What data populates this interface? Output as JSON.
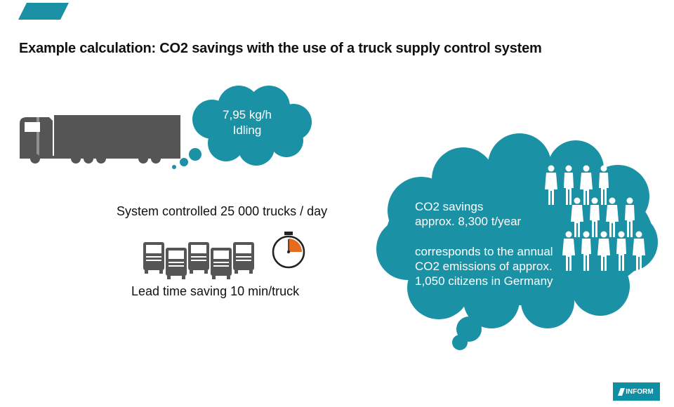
{
  "title": "Example calculation: CO2 savings with the use of a truck supply control system",
  "idle_cloud": {
    "line1": "7,95 kg/h",
    "line2": "Idling"
  },
  "system_text": "System controlled 25 000 trucks / day",
  "lead_time_text": "Lead time saving 10 min/truck",
  "savings_cloud": {
    "line1": "CO2 savings",
    "line2": "approx. 8,300 t/year",
    "line3": "corresponds to the annual",
    "line4": "CO2 emissions of approx.",
    "line5": "1,050 citizens in Germany"
  },
  "logo": "INFORM",
  "colors": {
    "accent": "#1b91a5",
    "truck_grey": "#555555",
    "logo_bg": "#0f8fa4"
  }
}
